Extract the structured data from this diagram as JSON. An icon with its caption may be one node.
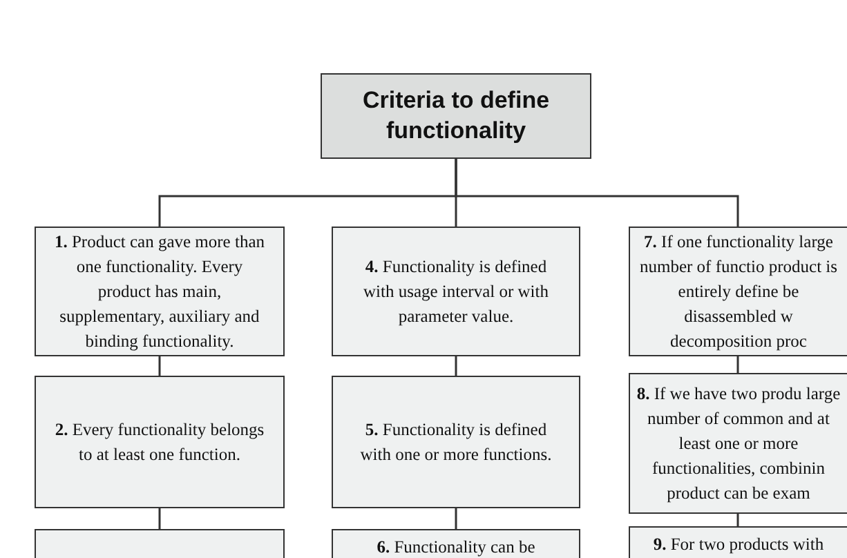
{
  "diagram": {
    "nodes": [
      {
        "text": [
          "Criteria to define functionality"
        ]
      },
      {
        "text": [
          "**1.** Product can gave more than one functionality. Every product has main, supplementary, auxiliary and binding functionality."
        ]
      },
      {
        "text": [
          "**4.** Functionality is defined with usage interval or with parameter value."
        ]
      },
      {
        "text": [
          "**7.** If one functionality large number of functio product is entirely define be disassembled w decomposition proc"
        ]
      },
      {
        "text": [
          "**2.** Every functionality belongs to at least one function."
        ]
      },
      {
        "text": [
          "**5.** Functionality is defined with one or more functions."
        ]
      },
      {
        "text": [
          "**8.** If we have two produ large number of common and at least one or more functionalities, combinin product can be exam"
        ]
      },
      {
        "text": [],
        "shape": "box"
      },
      {
        "text": [
          "**6.** Functionality can be"
        ]
      },
      {
        "text": [
          "**9.** For two products with"
        ]
      }
    ],
    "edges": [
      {
        "from": 0,
        "to": 1,
        "arrow": "none"
      },
      {
        "from": 0,
        "to": 2,
        "arrow": "none"
      },
      {
        "from": 0,
        "to": 3,
        "arrow": "none"
      },
      {
        "from": 1,
        "to": 4,
        "arrow": "none"
      },
      {
        "from": 4,
        "to": 7,
        "arrow": "none"
      },
      {
        "from": 2,
        "to": 5,
        "arrow": "none"
      },
      {
        "from": 5,
        "to": 8,
        "arrow": "none"
      },
      {
        "from": 3,
        "to": 6,
        "arrow": "none"
      },
      {
        "from": 6,
        "to": 9,
        "arrow": "none"
      }
    ]
  }
}
